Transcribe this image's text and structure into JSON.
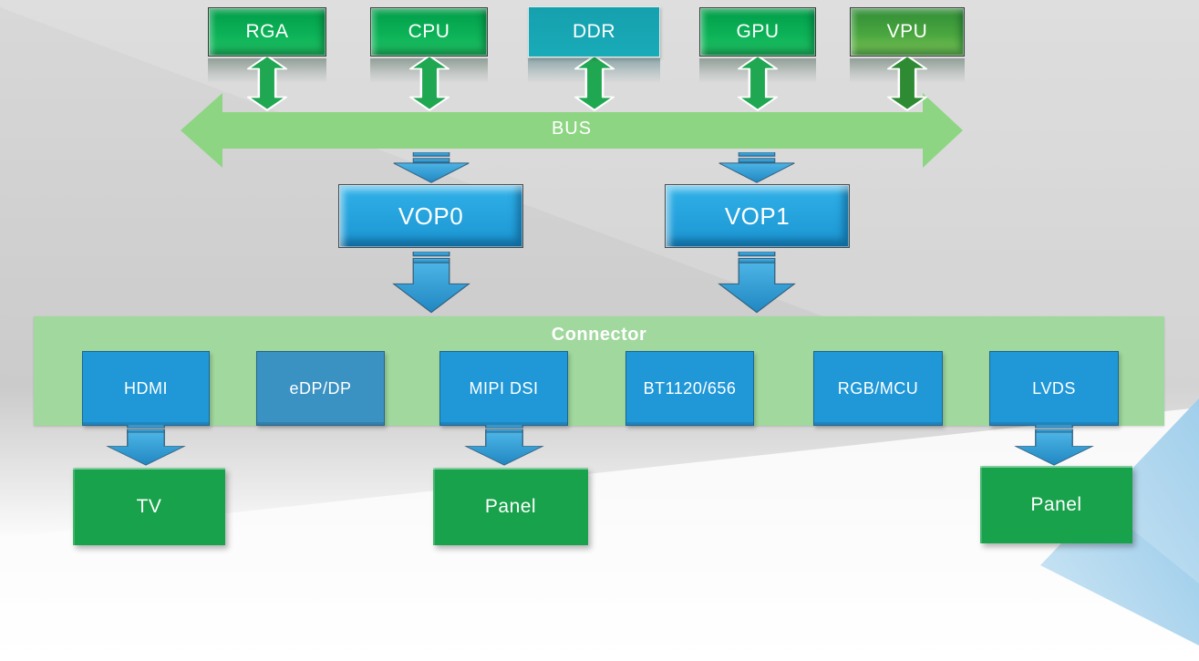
{
  "top_blocks": [
    {
      "label": "RGA"
    },
    {
      "label": "CPU"
    },
    {
      "label": "DDR"
    },
    {
      "label": "GPU"
    },
    {
      "label": "VPU"
    }
  ],
  "bus": {
    "label": "BUS"
  },
  "vops": [
    {
      "label": "VOP0"
    },
    {
      "label": "VOP1"
    }
  ],
  "connector": {
    "title": "Connector",
    "interfaces": [
      {
        "label": "HDMI"
      },
      {
        "label": "eDP/DP"
      },
      {
        "label": "MIPI DSI"
      },
      {
        "label": "BT1120/656"
      },
      {
        "label": "RGB/MCU"
      },
      {
        "label": "LVDS"
      }
    ]
  },
  "devices": [
    {
      "label": "TV"
    },
    {
      "label": "Panel"
    },
    {
      "label": "Panel"
    }
  ],
  "colors": {
    "green_block": "#0cb257",
    "dark_green_block": "#4aa63f",
    "teal_block": "#19abb8",
    "bus_arrow_green": "#8ed583",
    "connector_band_green": "#a0d89d",
    "interface_blue": "#2098d8",
    "interface_muted_blue": "#3a92c3",
    "vop_blue": "#29a9e2",
    "device_green": "#17a24b",
    "updown_arrow_green": "#1fa751",
    "striped_arrow_blue": "#2f9cd6",
    "corner_triangle_blue": "#9fcdea"
  }
}
